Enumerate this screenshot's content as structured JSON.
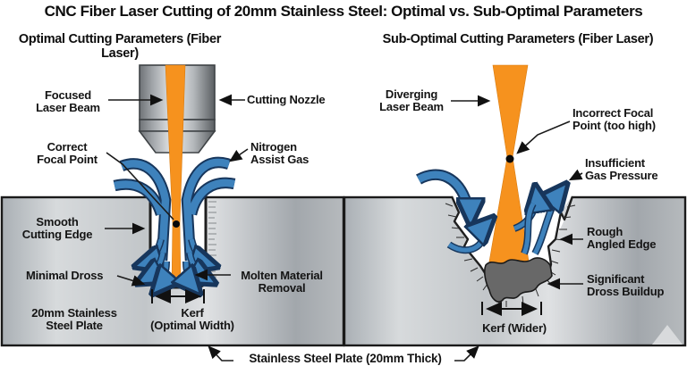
{
  "title": "CNC Fiber Laser Cutting of 20mm Stainless Steel: Optimal vs. Sub-Optimal Parameters",
  "panels": {
    "left": {
      "subtitle": "Optimal Cutting Parameters (Fiber Laser)",
      "labels": {
        "focused_laser_beam": "Focused\nLaser Beam",
        "cutting_nozzle": "Cutting Nozzle",
        "correct_focal_point": "Correct\nFocal Point",
        "nitrogen_assist_gas": "Nitrogen\nAssist Gas",
        "smooth_cutting_edge": "Smooth\nCutting Edge",
        "minimal_dross": "Minimal Dross",
        "molten_material_removal": "Molten Material\nRemoval",
        "plate": "20mm Stainless\nSteel Plate",
        "kerf": "Kerf\n(Optimal Width)"
      }
    },
    "right": {
      "subtitle": "Sub-Optimal Cutting Parameters (Fiber Laser)",
      "labels": {
        "diverging_laser_beam": "Diverging\nLaser Beam",
        "incorrect_focal_point": "Incorrect Focal\nPoint (too high)",
        "insufficient_gas_pressure": "Insufficient\nGas Pressure",
        "rough_angled_edge": "Rough\nAngled Edge",
        "significant_dross_buildup": "Significant\nDross Buildup",
        "kerf": "Kerf (Wider)"
      }
    }
  },
  "footer": {
    "plate_label": "Stainless Steel Plate (20mm Thick)"
  },
  "colors": {
    "laser_beam": "#F6921E",
    "assist_gas": "#3E82BC",
    "gas_outline": "#17365c",
    "plate_light": "#DCDEE0",
    "plate_dark": "#9EA2A7",
    "dross": "#686868",
    "outline": "#1a1a1a",
    "kerf_interior": "#ffffff"
  }
}
